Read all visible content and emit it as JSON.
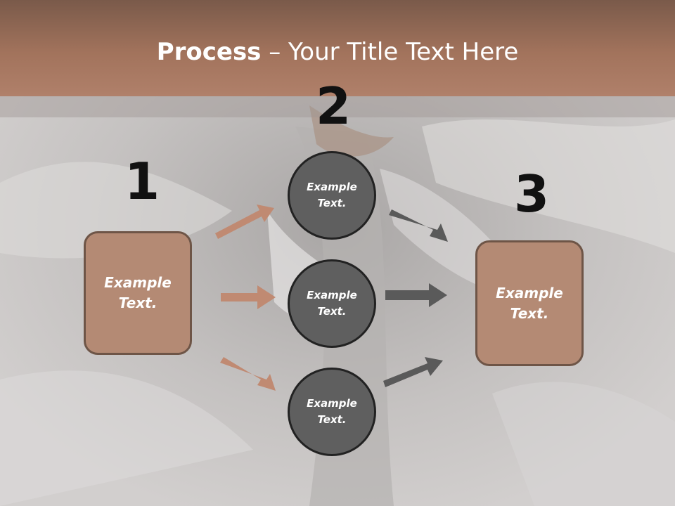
{
  "title": {
    "bold": "Process",
    "rest": " – Your Title Text Here"
  },
  "numbers": [
    "1",
    "2",
    "3"
  ],
  "left_box": {
    "text": "Example Text."
  },
  "right_box": {
    "text": "Example Text."
  },
  "circles": [
    {
      "text": "Example Text."
    },
    {
      "text": "Example Text."
    },
    {
      "text": "Example Text."
    }
  ],
  "colors": {
    "accent_brown": "#b48a74",
    "circle_gray": "#5f5f5f",
    "arrow_brown": "#c08a72",
    "arrow_gray": "#5a5a5a"
  }
}
